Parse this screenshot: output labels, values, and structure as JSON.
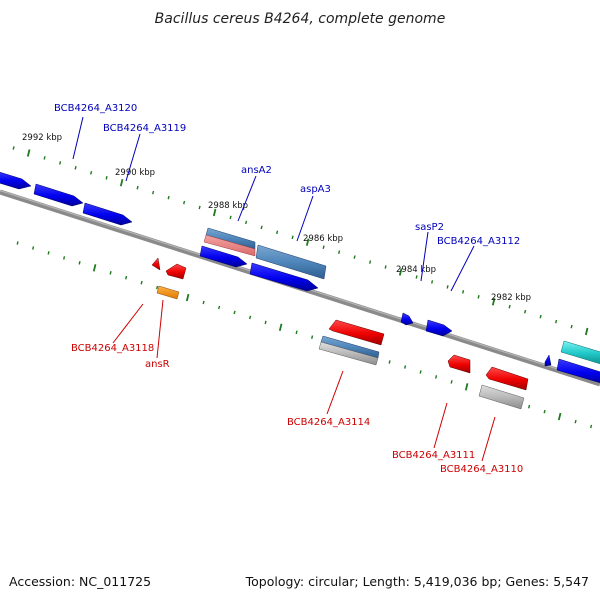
{
  "title": "Bacillus cereus B4264, complete genome",
  "footer": {
    "accession": "Accession: NC_011725",
    "summary": "Topology: circular; Length: 5,419,036 bp; Genes: 5,547"
  },
  "colors": {
    "forward_label": "#0000bb",
    "reverse_label": "#cc0000",
    "tick": "#1f7a1f",
    "backbone": "#8a8a8a"
  },
  "kbp_labels": [
    "2992 kbp",
    "2990 kbp",
    "2988 kbp",
    "2986 kbp",
    "2984 kbp",
    "2982 kbp"
  ],
  "genes": {
    "forward": [
      "BCB4264_A3120",
      "BCB4264_A3119",
      "ansA2",
      "aspA3",
      "sasP2",
      "BCB4264_A3112"
    ],
    "reverse": [
      "BCB4264_A3118",
      "ansR",
      "BCB4264_A3114",
      "BCB4264_A3111",
      "BCB4264_A3110"
    ]
  }
}
